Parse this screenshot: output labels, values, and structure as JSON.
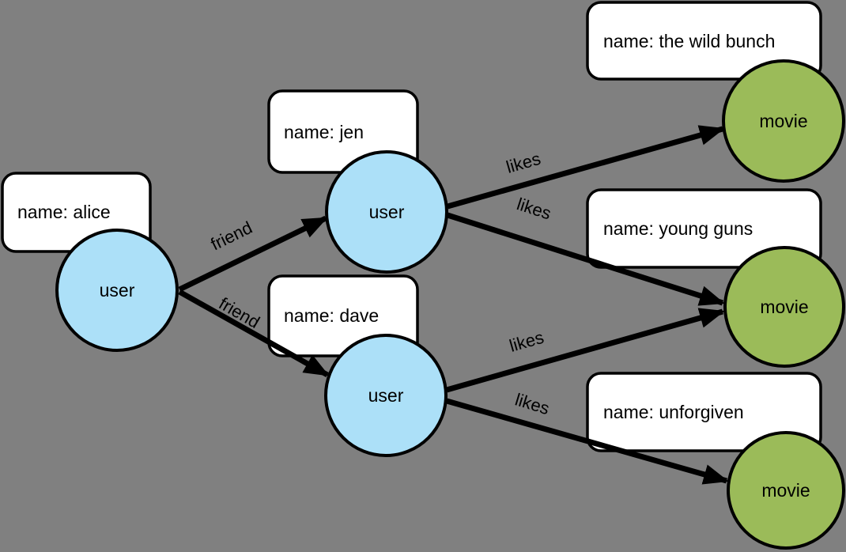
{
  "colors": {
    "background": "#808080",
    "user_node_fill": "#ace0f8",
    "movie_node_fill": "#9bbb59",
    "box_fill": "#ffffff",
    "line_and_border": "#000000"
  },
  "graph": {
    "nodes": [
      {
        "id": "alice",
        "type": "user",
        "label": "user",
        "property": "name: alice"
      },
      {
        "id": "jen",
        "type": "user",
        "label": "user",
        "property": "name: jen"
      },
      {
        "id": "dave",
        "type": "user",
        "label": "user",
        "property": "name: dave"
      },
      {
        "id": "wild_bunch",
        "type": "movie",
        "label": "movie",
        "property": "name: the wild bunch"
      },
      {
        "id": "young_guns",
        "type": "movie",
        "label": "movie",
        "property": "name: young guns"
      },
      {
        "id": "unforgiven",
        "type": "movie",
        "label": "movie",
        "property": "name: unforgiven"
      }
    ],
    "edges": [
      {
        "from": "alice",
        "to": "jen",
        "label": "friend"
      },
      {
        "from": "alice",
        "to": "dave",
        "label": "friend"
      },
      {
        "from": "jen",
        "to": "wild_bunch",
        "label": "likes"
      },
      {
        "from": "jen",
        "to": "young_guns",
        "label": "likes"
      },
      {
        "from": "dave",
        "to": "young_guns",
        "label": "likes"
      },
      {
        "from": "dave",
        "to": "unforgiven",
        "label": "likes"
      }
    ]
  }
}
